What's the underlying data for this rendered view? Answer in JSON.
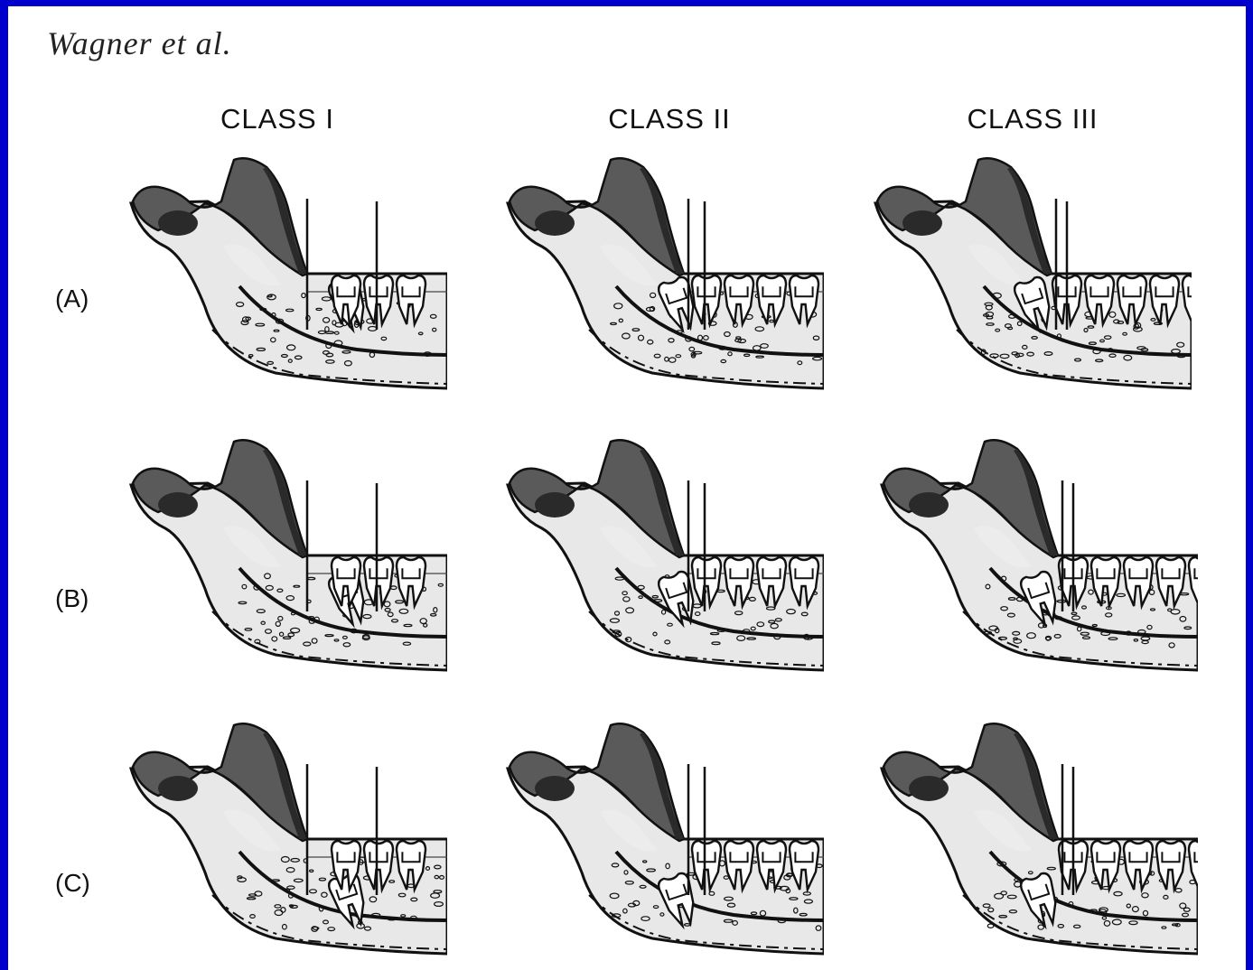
{
  "author": "Wagner et al.",
  "columns": [
    "CLASS I",
    "CLASS II",
    "CLASS III"
  ],
  "rows": [
    "(A)",
    "(B)",
    "(C)"
  ],
  "colors": {
    "frame": "#0000cc",
    "ramus_dark": "#5a5a5a",
    "bone_light": "#e8e8e8",
    "outline": "#111111"
  }
}
